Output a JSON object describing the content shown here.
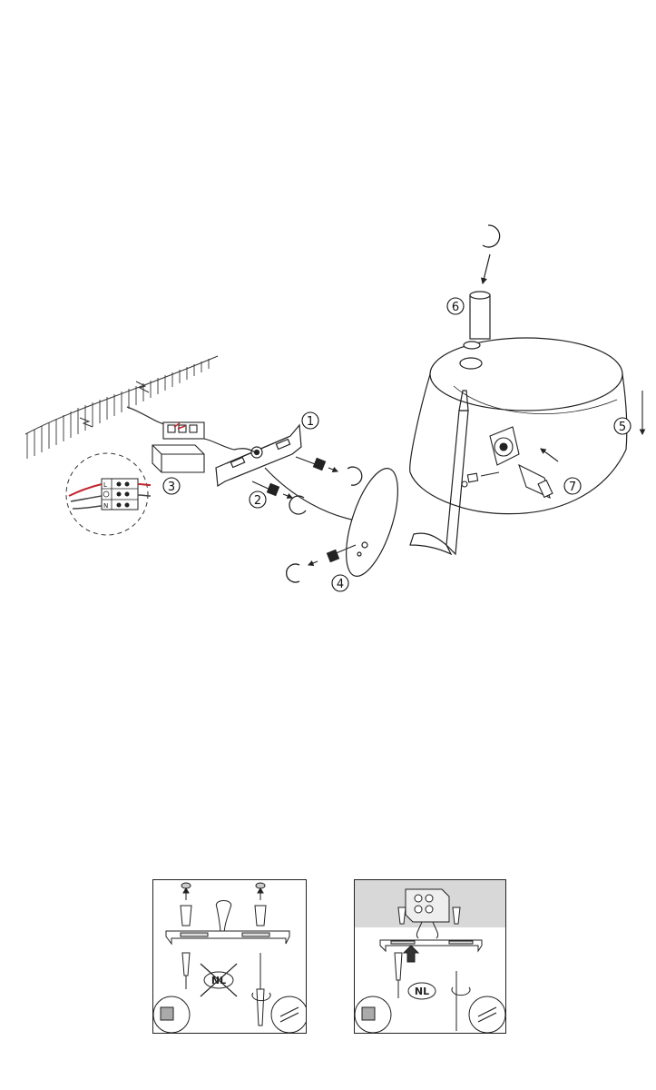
{
  "diagram": {
    "steps": [
      "1",
      "2",
      "3",
      "4",
      "5",
      "6",
      "7"
    ],
    "terminal_labels": [
      "L",
      "N"
    ]
  },
  "panels": {
    "left": {
      "badge": "NL"
    },
    "right": {
      "badge": "NL"
    }
  }
}
